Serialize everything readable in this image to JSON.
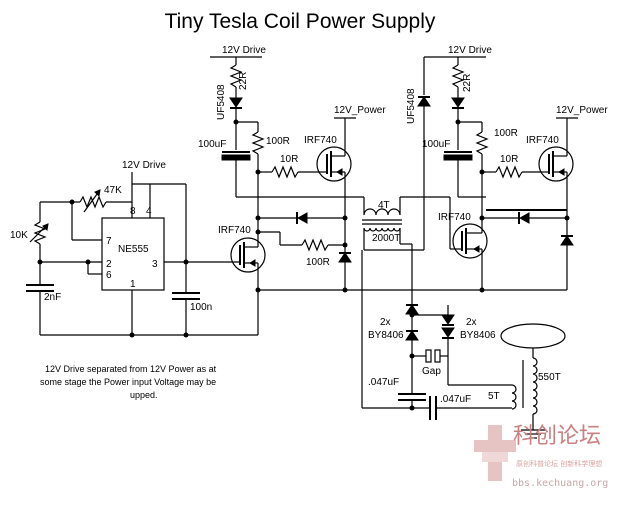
{
  "diagram": {
    "title": "Tiny Tesla Coil Power Supply",
    "labels": {
      "drive_left": "12V Drive",
      "drive_right": "12V Drive",
      "drive_555": "12V Drive",
      "power_left": "12V_Power",
      "power_right": "12V_Power",
      "r22_left": "22R",
      "r22_right": "22R",
      "uf_left": "UF5408",
      "uf_right": "UF5408",
      "cap_left": "100uF",
      "cap_right": "100uF",
      "r100_left": "100R",
      "r100_right": "100R",
      "r10_left": "10R",
      "r10_right": "10R",
      "fet_top_left": "IRF740",
      "fet_top_right": "IRF740",
      "fet_bot_left": "IRF740",
      "fet_bot_right": "IRF740",
      "r100_gate": "100R",
      "pot_47k": "47K",
      "pot_10k": "10K",
      "ic_name": "NE555",
      "pin7": "7",
      "pin8": "8",
      "pin4": "4",
      "pin2": "2",
      "pin6": "6",
      "pin3": "3",
      "pin1": "1",
      "cap_2nf": "2nF",
      "cap_100n": "100n",
      "xfmr_pri": "4T",
      "xfmr_sec": "2000T",
      "diode_left_qty": "2x",
      "diode_left_part": "BY8406",
      "diode_right_qty": "2x",
      "diode_right_part": "BY8406",
      "gap": "Gap",
      "cap_047_left": ".047uF",
      "cap_047_bot": ".047uF",
      "coil_sec": "550T",
      "coil_pri": "5T"
    },
    "note": [
      "12V Drive separated from 12V Power as at",
      "some stage the Power input Voltage may be",
      "upped."
    ]
  },
  "watermark": {
    "cn": "科创论坛",
    "sub": "原创科普论坛 创新科学理想",
    "url": "bbs.kechuang.org"
  }
}
